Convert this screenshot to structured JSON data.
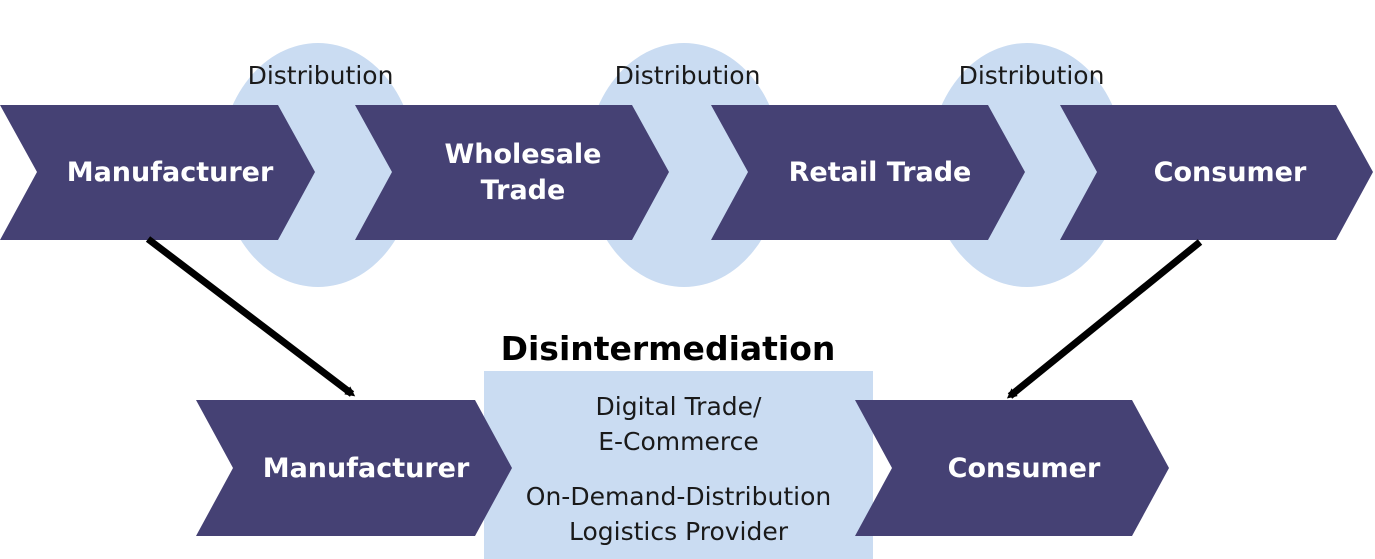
{
  "colors": {
    "chevron_fill": "#454174",
    "light_fill": "#cadcf2",
    "arrow": "#000000",
    "chevron_text": "#ffffff"
  },
  "traditional_chain": {
    "stages": [
      {
        "label": "Manufacturer"
      },
      {
        "label_line1": "Wholesale",
        "label_line2": "Trade"
      },
      {
        "label": "Retail Trade"
      },
      {
        "label": "Consumer"
      }
    ],
    "distribution_labels": [
      "Distribution",
      "Distribution",
      "Distribution"
    ]
  },
  "disintermediation": {
    "title": "Disintermediation",
    "left_stage": "Manufacturer",
    "right_stage": "Consumer",
    "box_lines": [
      "Digital Trade/",
      "E-Commerce",
      "On-Demand-Distribution",
      "Logistics Provider"
    ]
  }
}
